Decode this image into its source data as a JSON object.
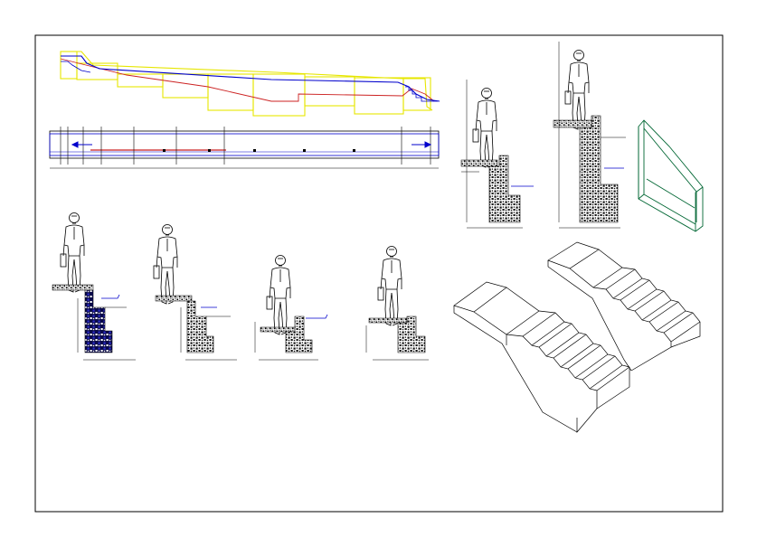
{
  "drawing": {
    "type": "CAD stair and ramp construction sheet",
    "colors": {
      "background": "#ffffff",
      "frame": "#000000",
      "linework": "#000000",
      "profile_yellow": "#ffff00",
      "section_blue": "#0000cc",
      "rise_red": "#cc2222",
      "iso_green": "#006633",
      "masonry_fill": "#1a1a1a"
    },
    "views": [
      {
        "name": "longitudinal-profile",
        "kind": "elevation profile"
      },
      {
        "name": "plan-strip",
        "kind": "plan with arrows"
      },
      {
        "name": "section-1",
        "kind": "step section with human figure"
      },
      {
        "name": "section-2",
        "kind": "step section with human figure"
      },
      {
        "name": "section-3",
        "kind": "step section with human figure"
      },
      {
        "name": "section-4",
        "kind": "step section with human figure"
      },
      {
        "name": "section-5",
        "kind": "step section with human figure"
      },
      {
        "name": "section-6",
        "kind": "step section with human figure"
      },
      {
        "name": "iso-handrail",
        "kind": "isometric box detail"
      },
      {
        "name": "iso-stair-left",
        "kind": "isometric stair"
      },
      {
        "name": "iso-stair-right",
        "kind": "isometric stair"
      }
    ]
  }
}
